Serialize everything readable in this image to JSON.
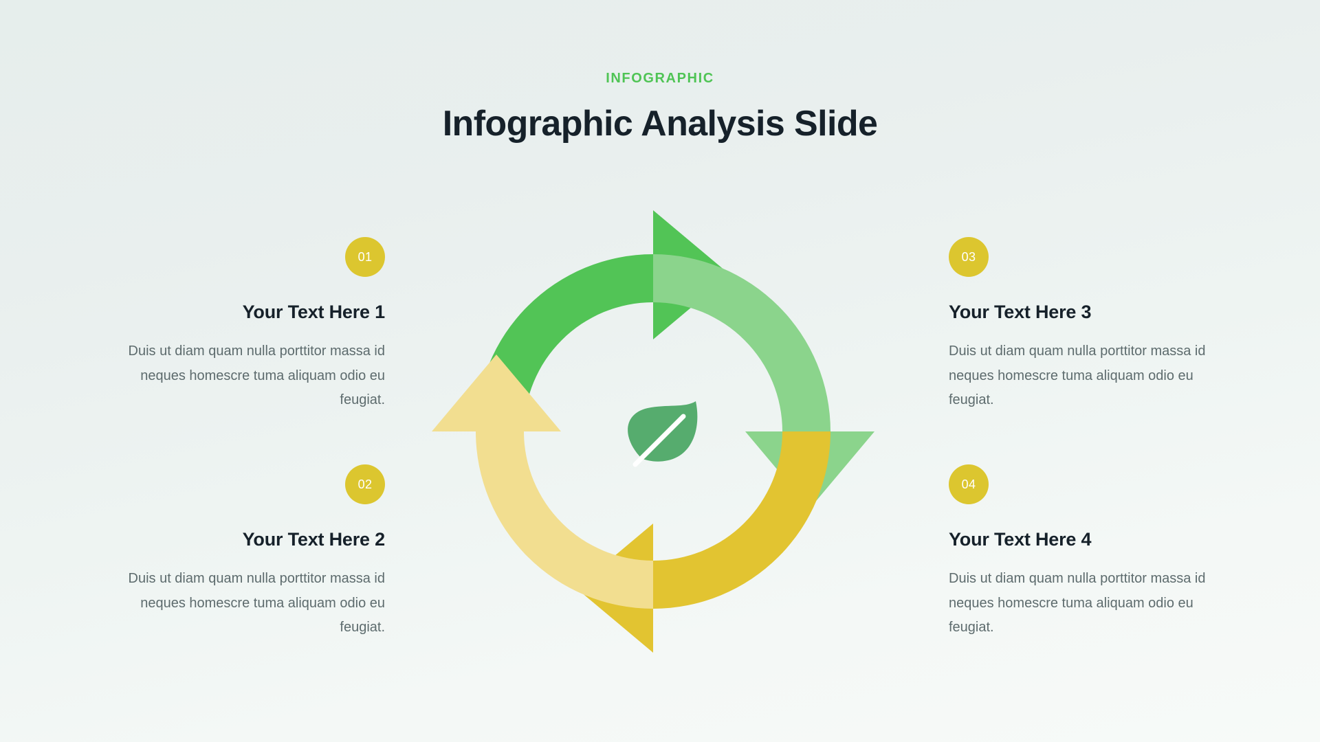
{
  "header": {
    "eyebrow": "INFOGRAPHIC",
    "title": "Infographic Analysis Slide"
  },
  "colors": {
    "accent_green": "#4FC455",
    "arrow_green_dark": "#52C456",
    "arrow_green_light": "#8BD48C",
    "arrow_gold": "#E2C431",
    "arrow_yellow_light": "#F2DE90",
    "badge_yellow": "#DCC62F",
    "leaf_green": "#56AC6E",
    "title_text": "#16212a",
    "body_text": "#5d6b6d",
    "background": "#eaf1ef"
  },
  "center": {
    "icon": "leaf-icon"
  },
  "blocks": [
    {
      "number": "01",
      "title": "Your Text Here 1",
      "body": "Duis ut diam quam nulla porttitor massa id neques homescre tuma aliquam odio eu feugiat.",
      "align": "right",
      "side": "left"
    },
    {
      "number": "02",
      "title": "Your Text Here 2",
      "body": "Duis ut diam quam nulla porttitor massa id neques homescre tuma aliquam odio eu feugiat.",
      "align": "right",
      "side": "left"
    },
    {
      "number": "03",
      "title": "Your Text Here 3",
      "body": "Duis ut diam quam nulla porttitor massa id neques homescre tuma aliquam odio eu feugiat.",
      "align": "left",
      "side": "right"
    },
    {
      "number": "04",
      "title": "Your Text Here 4",
      "body": "Duis ut diam quam nulla porttitor massa id neques homescre tuma aliquam odio eu feugiat.",
      "align": "left",
      "side": "right"
    }
  ]
}
